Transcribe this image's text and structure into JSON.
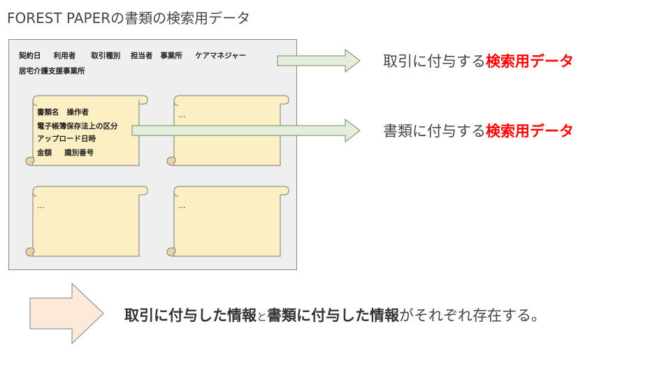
{
  "title": "FOREST PAPERの書類の検索用データ",
  "transaction_fields": {
    "line1": [
      "契約日",
      "利用者",
      "取引種別",
      "担当者",
      "事業所",
      "ケアマネジャー"
    ],
    "line2": "居宅介護支援事業所"
  },
  "document_fields": {
    "row1": [
      "書類名",
      "操作者"
    ],
    "row2": "電子帳簿保存法上の区分",
    "row3": "アップロード日時",
    "row4": [
      "金額",
      "識別番号"
    ]
  },
  "ellipsis": "…",
  "labels": {
    "transaction": {
      "prefix": "取引に付与する",
      "highlight": "検索用データ"
    },
    "document": {
      "prefix": "書類に付与する",
      "highlight": "検索用データ"
    }
  },
  "conclusion": {
    "part1": "取引に付与した情報",
    "connector": "と",
    "part2": "書類に付与した情報",
    "suffix": "がそれぞれ存在する。"
  },
  "colors": {
    "scroll_fill": "#fcefc4",
    "scroll_stroke": "#7a7a7a",
    "arrow_green_fill": "#e4eedb",
    "arrow_green_stroke": "#6f8b64",
    "big_arrow_fill": "#fde9d9",
    "big_arrow_stroke": "#7f7f7f",
    "highlight": "#ff0000"
  }
}
